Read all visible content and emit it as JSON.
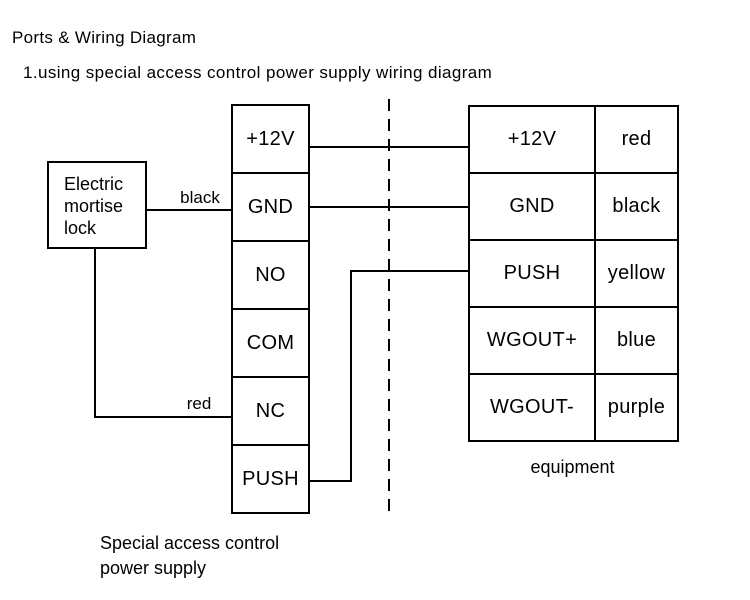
{
  "page": {
    "title": "Ports & Wiring Diagram",
    "subtitle": "1.using special access control power supply wiring diagram",
    "background_color": "#ffffff",
    "line_color": "#000000"
  },
  "lock": {
    "label": "Electric mortise lock"
  },
  "power_supply": {
    "ports": [
      "+12V",
      "GND",
      "NO",
      "COM",
      "NC",
      "PUSH"
    ],
    "caption": "Special access control power supply"
  },
  "equipment": {
    "caption": "equipment",
    "rows": [
      {
        "port": "+12V",
        "wire_color": "red"
      },
      {
        "port": "GND",
        "wire_color": "black"
      },
      {
        "port": "PUSH",
        "wire_color": "yellow"
      },
      {
        "port": "WGOUT+",
        "wire_color": "blue"
      },
      {
        "port": "WGOUT-",
        "wire_color": "purple"
      }
    ]
  },
  "wires": {
    "black_label": "black",
    "red_label": "red"
  }
}
